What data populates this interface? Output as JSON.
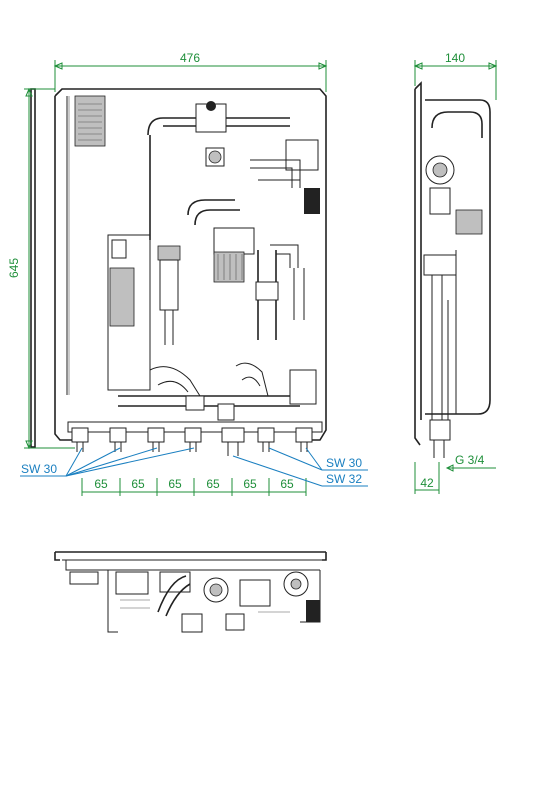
{
  "front_view": {
    "width_label": "476",
    "height_label": "645",
    "spacing_labels": [
      "65",
      "65",
      "65",
      "65",
      "65",
      "65"
    ],
    "sw_left_label": "SW 30",
    "sw_right_top_label": "SW 30",
    "sw_right_bottom_label": "SW 32"
  },
  "side_view": {
    "depth_label": "140",
    "offset_label": "42",
    "thread_label": "G 3/4"
  },
  "colors": {
    "dimension": "#1f8f3a",
    "wrench_size": "#1a7fc0",
    "outline": "#222222"
  }
}
